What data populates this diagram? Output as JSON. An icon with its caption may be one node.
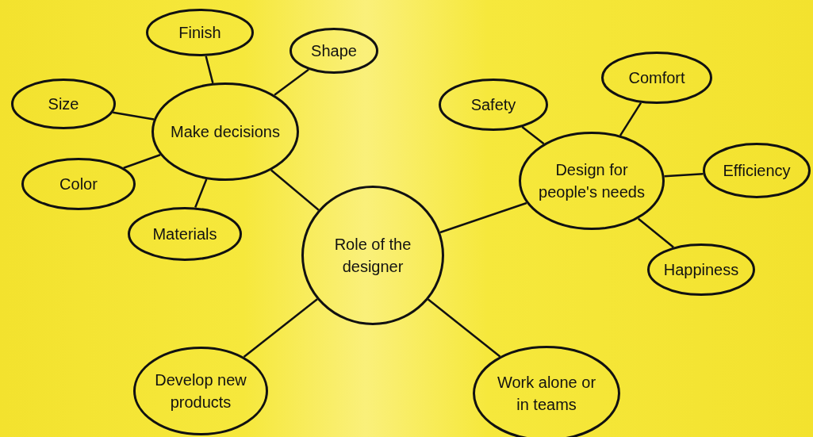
{
  "diagram": {
    "nodes": [
      {
        "text": [
          "Role of the designer"
        ]
      },
      {
        "text": [
          "Make decisions"
        ]
      },
      {
        "text": [
          "Finish"
        ]
      },
      {
        "text": [
          "Shape"
        ]
      },
      {
        "text": [
          "Size"
        ]
      },
      {
        "text": [
          "Color"
        ]
      },
      {
        "text": [
          "Materials"
        ]
      },
      {
        "text": [
          "Design for people's needs"
        ]
      },
      {
        "text": [
          "Safety"
        ]
      },
      {
        "text": [
          "Comfort"
        ]
      },
      {
        "text": [
          "Efficiency"
        ]
      },
      {
        "text": [
          "Happiness"
        ]
      },
      {
        "text": [
          "Develop new products"
        ]
      },
      {
        "text": [
          "Work alone or in teams"
        ]
      }
    ],
    "edges": [
      {
        "from": 0,
        "to": 1,
        "arrow": "none"
      },
      {
        "from": 0,
        "to": 7,
        "arrow": "none"
      },
      {
        "from": 0,
        "to": 12,
        "arrow": "none"
      },
      {
        "from": 0,
        "to": 13,
        "arrow": "none"
      },
      {
        "from": 1,
        "to": 2,
        "arrow": "none"
      },
      {
        "from": 1,
        "to": 3,
        "arrow": "none"
      },
      {
        "from": 1,
        "to": 4,
        "arrow": "none"
      },
      {
        "from": 1,
        "to": 5,
        "arrow": "none"
      },
      {
        "from": 1,
        "to": 6,
        "arrow": "none"
      },
      {
        "from": 7,
        "to": 8,
        "arrow": "none"
      },
      {
        "from": 7,
        "to": 9,
        "arrow": "none"
      },
      {
        "from": 7,
        "to": 10,
        "arrow": "none"
      },
      {
        "from": 7,
        "to": 11,
        "arrow": "none"
      }
    ]
  }
}
